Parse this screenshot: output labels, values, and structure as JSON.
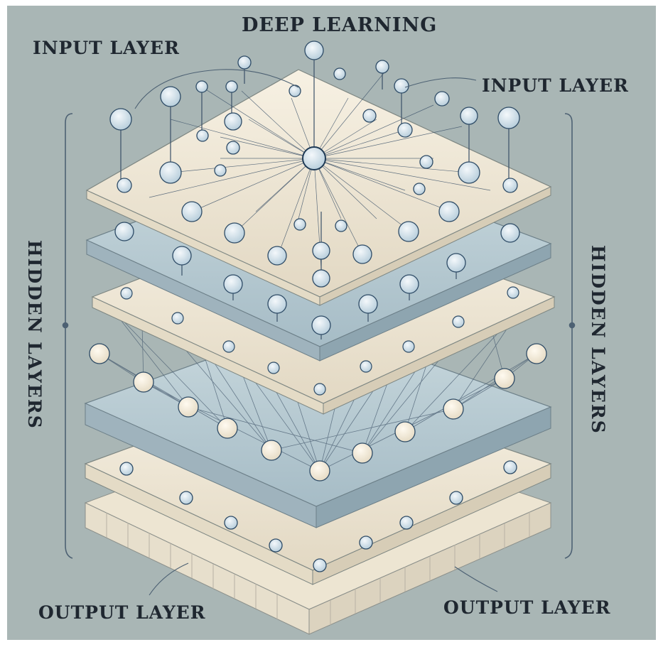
{
  "title": "DEEP LEARNING",
  "labels": {
    "input_left": "INPUT LAYER",
    "input_right": "INPUT LAYER",
    "hidden_left": "HIDDEN LAYERS",
    "hidden_right": "HIDDEN LAYERS",
    "output_left": "OUTPUT LAYER",
    "output_right": "OUTPUT LAYER"
  },
  "colors": {
    "background": "#a9b6b5",
    "cream_layer": "#f1ebdc",
    "blue_layer": "#bccfd6",
    "node_fill": "#d5e4ec",
    "node_stroke": "#2e4b66",
    "line": "#3a5068",
    "text": "#1f2730"
  }
}
